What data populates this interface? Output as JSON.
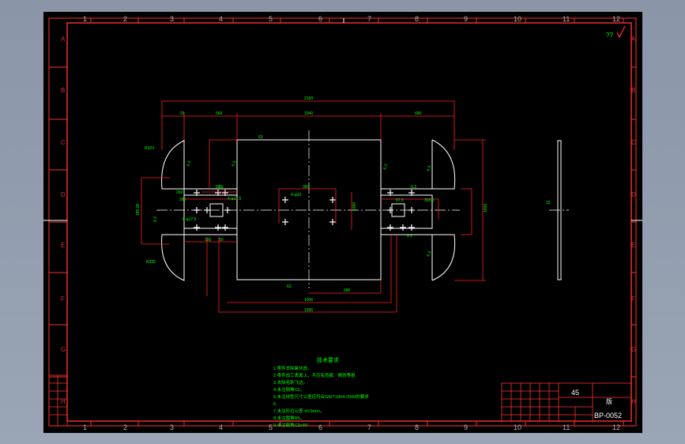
{
  "frame": {
    "top_numbers": [
      "1",
      "2",
      "3",
      "4",
      "5",
      "6",
      "7",
      "8",
      "9",
      "10",
      "11",
      "12"
    ],
    "bottom_numbers": [
      "1",
      "2",
      "3",
      "4",
      "5",
      "6",
      "7",
      "8",
      "9",
      "10",
      "11",
      "12"
    ],
    "left_letters": [
      "A",
      "B",
      "C",
      "D",
      "E",
      "F",
      "G",
      "H"
    ],
    "right_letters": [
      "A",
      "B",
      "C",
      "D",
      "E",
      "F",
      "G",
      "H"
    ],
    "roughness_mark": "??",
    "left_strip_rows": [
      "",
      "",
      "",
      "",
      "",
      ""
    ]
  },
  "dimensions": {
    "overall_width": "2100",
    "d_29": "29",
    "d_569": "569",
    "d_1040": "1040",
    "d_680": "680",
    "d_63_top": "63",
    "r_323": "R323",
    "r_335": "R335",
    "d_260": "260",
    "d_200": "200",
    "d_50a": "50",
    "d_4phi": "4-φ17.5",
    "d_60": "60",
    "d_6phi": "6-φ17.5",
    "d_160": "160",
    "d_50b": "50",
    "d_185": "185.00",
    "d_4phi32": "4-φ32",
    "d_360": "360",
    "d_1000": "1000",
    "d_63_b": "63",
    "d_690": "690",
    "d_1006": "1006",
    "d_1366": "1366",
    "d_67_5": "67.5",
    "d_303": "303.6",
    "d_1000r": "1000",
    "d_15": "15",
    "roughs": [
      "6.3",
      "6.3",
      "6.3",
      "6.3",
      "6.3",
      "6.3",
      "6.3",
      "6.3"
    ]
  },
  "notes": {
    "title": "技术要求",
    "lines": [
      "1.零件去除氧化皮。",
      "2.零件加工表面上，不应有划痕、擦伤等损",
      "3.去除毛刺飞边。",
      "4.未注倒角C2。",
      "5.未注线性尺寸公差应符合GB/T1804-2000的要求",
      "6.",
      "7.未注形位公差 ±0.5mm。",
      "8.未注圆角R5。",
      "9.未注倒角C2x45°"
    ]
  },
  "title_block": {
    "material": "45",
    "part_name": "版",
    "drawing_no": "BP-0052"
  }
}
